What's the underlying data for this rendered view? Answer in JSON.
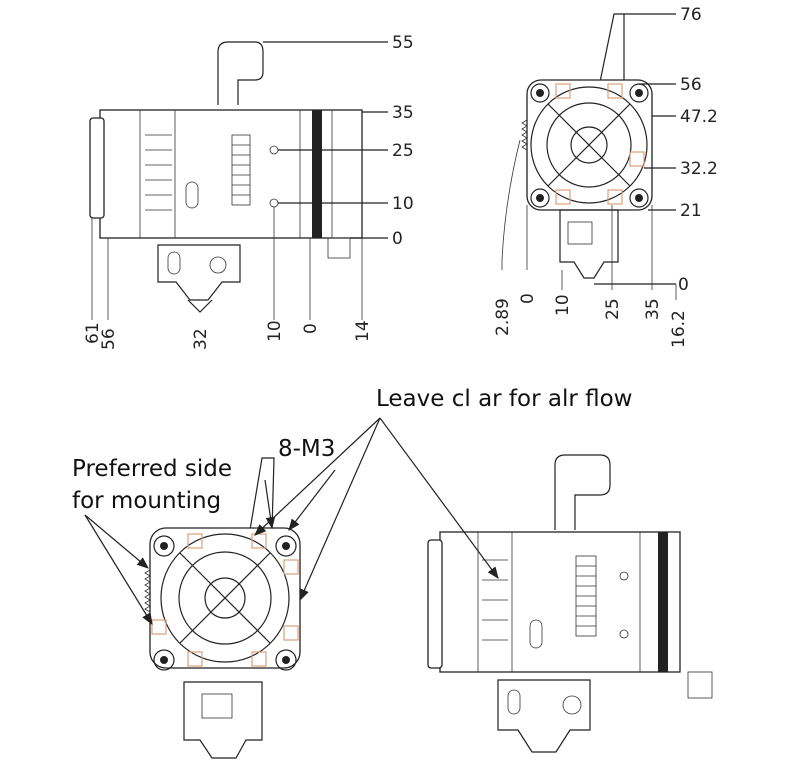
{
  "side_view": {
    "right_labels": [
      "55",
      "35",
      "25",
      "10",
      "0"
    ],
    "bottom_labels": [
      "61",
      "56",
      "32",
      "10",
      "0",
      "14"
    ]
  },
  "front_view": {
    "right_labels": [
      "76",
      "56",
      "47.2",
      "32.2",
      "21",
      "0"
    ],
    "bottom_labels": [
      "2.89",
      "0",
      "10",
      "25",
      "35",
      "16.2"
    ]
  },
  "notes": {
    "airflow": "Leave cl ar for alr flow",
    "screws": "8-M3",
    "mounting_line1": "Preferred side",
    "mounting_line2": "for mounting"
  },
  "colors": {
    "line": "#222222",
    "mount_marks": "#d9a07a"
  }
}
